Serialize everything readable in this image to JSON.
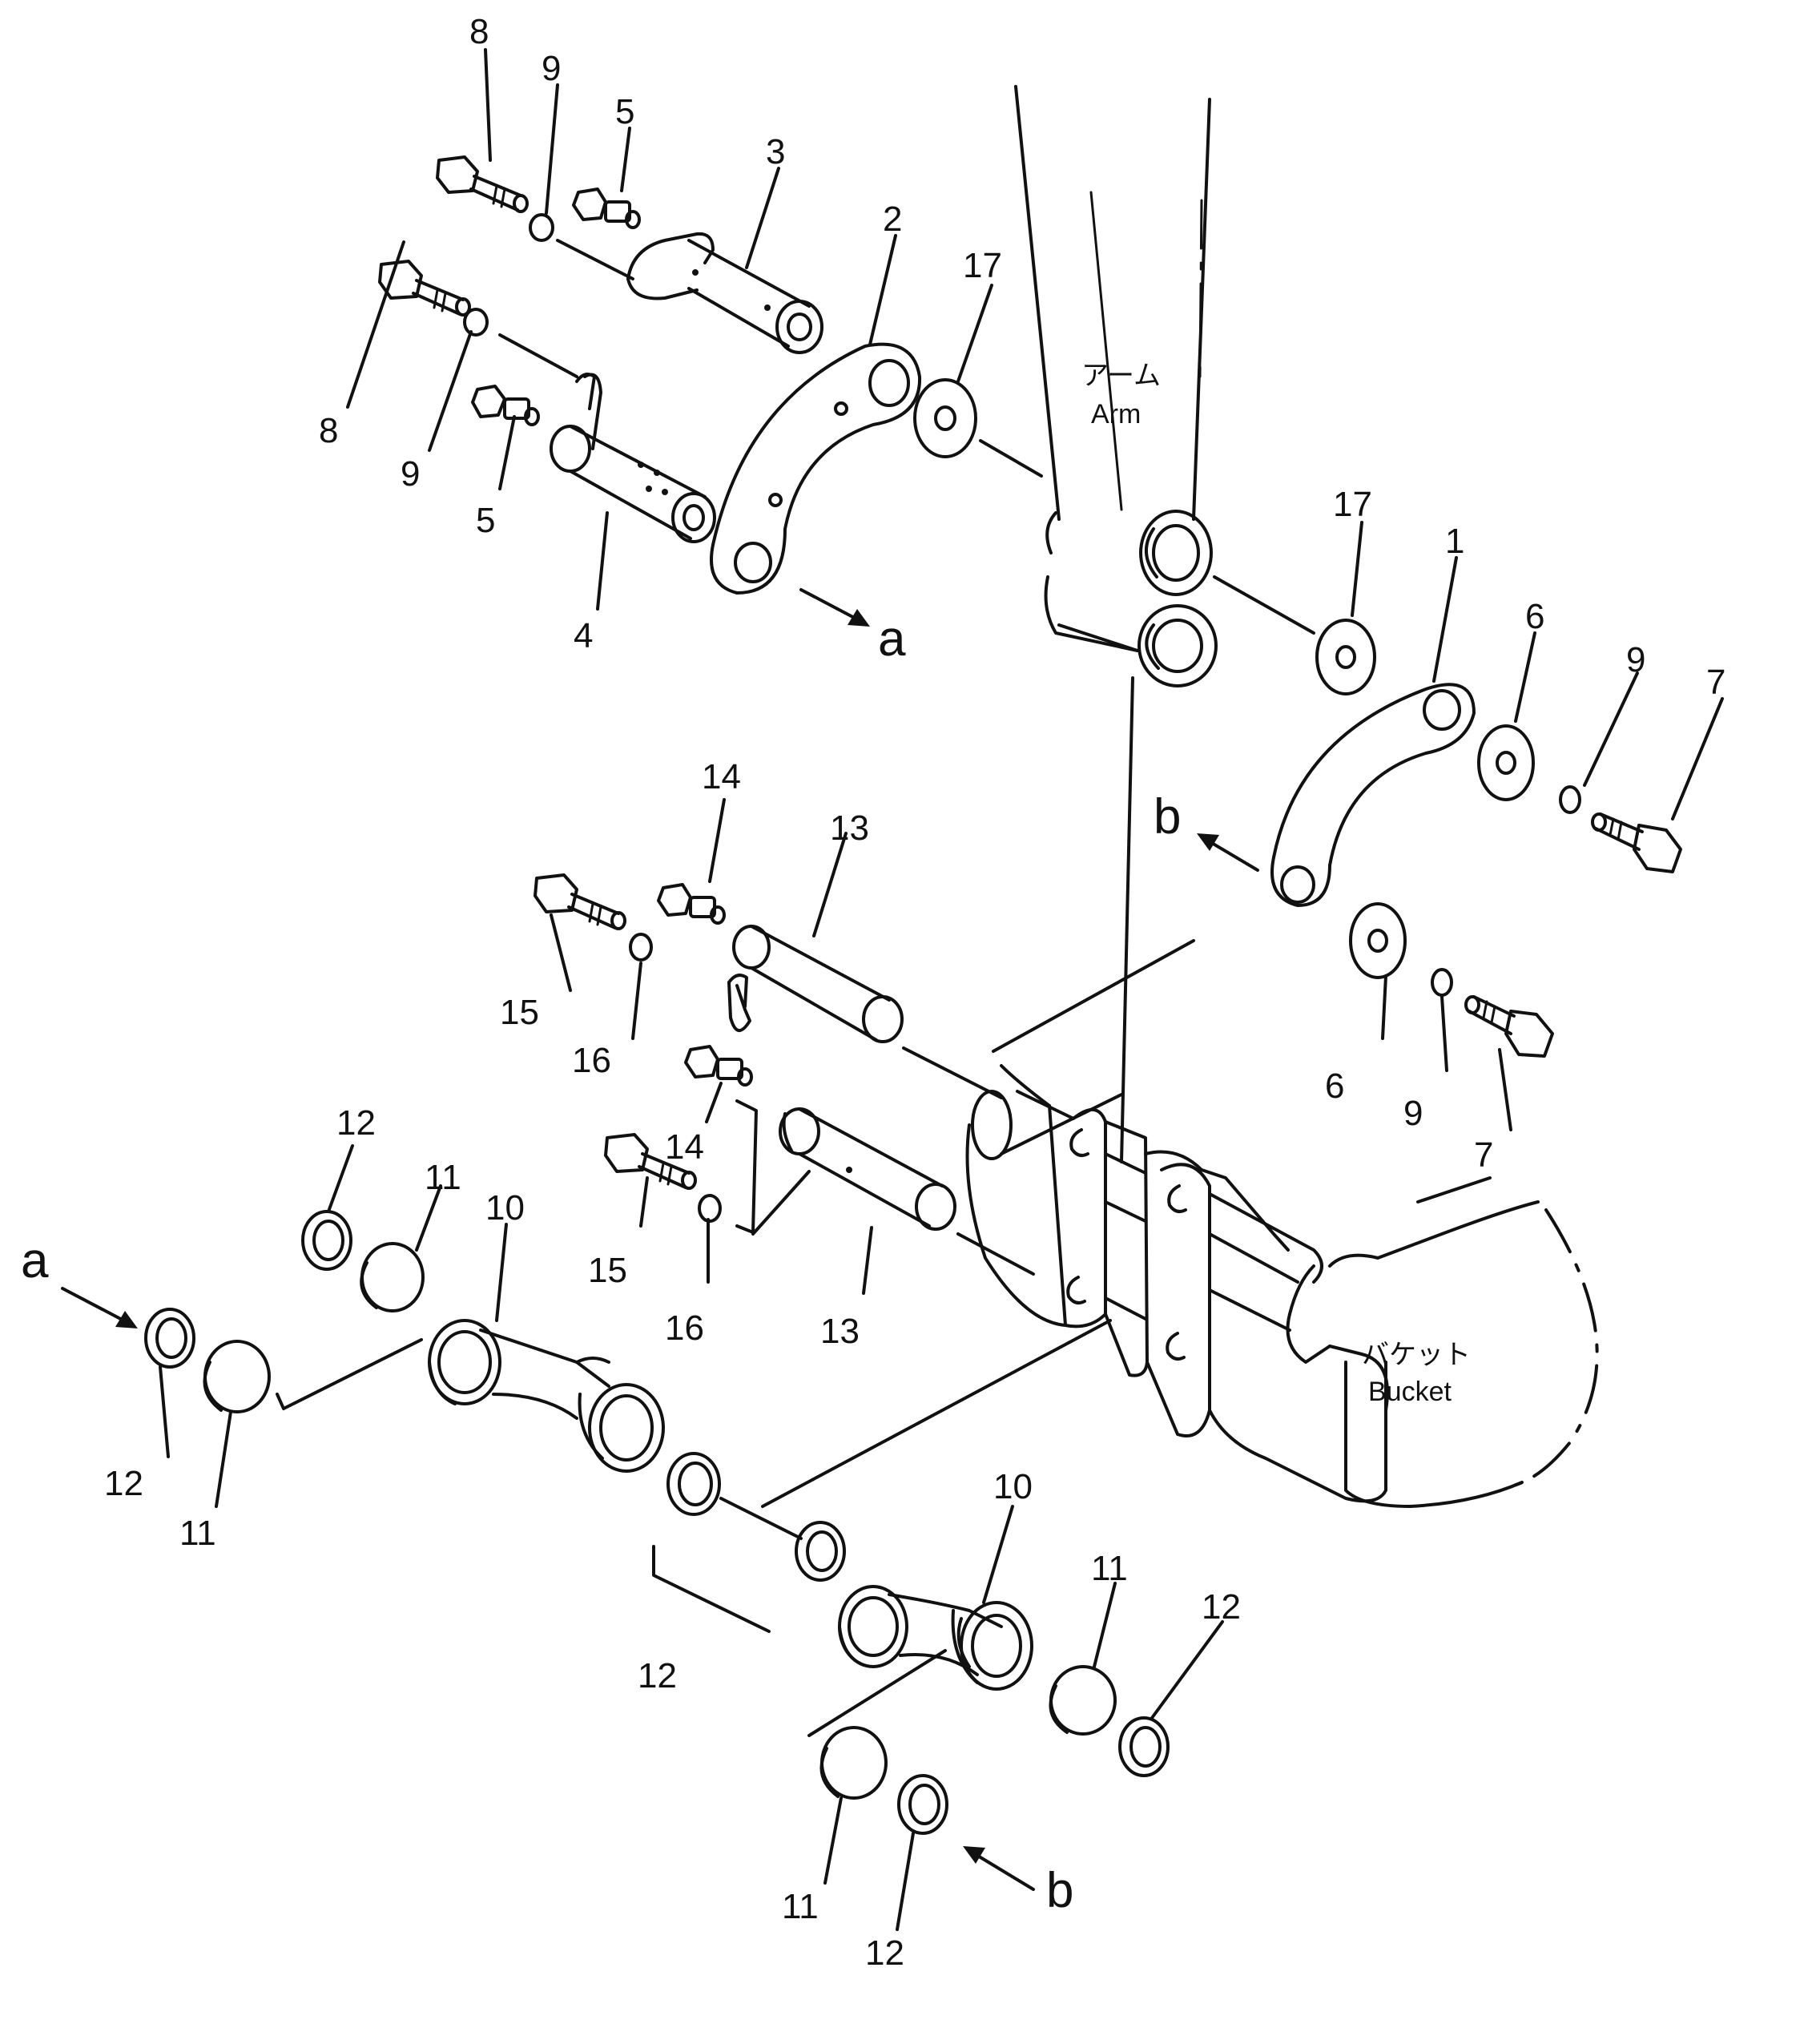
{
  "labels": {
    "arm_jp": "アーム",
    "arm_en": "Arm",
    "bucket_jp": "バケット",
    "bucket_en": "Bucket",
    "ref_a": "a",
    "ref_b": "b"
  },
  "callouts": {
    "c8_top": "8",
    "c9_top": "9",
    "c5_top": "5",
    "c3": "3",
    "c2": "2",
    "c17_top": "17",
    "c8_mid": "8",
    "c9_mid": "9",
    "c5_mid": "5",
    "c4": "4",
    "c17_right": "17",
    "c1": "1",
    "c6_top": "6",
    "c9_right_top": "9",
    "c7_top": "7",
    "c14_top": "14",
    "c13_top": "13",
    "c15_top": "15",
    "c16_top": "16",
    "c6_bottom": "6",
    "c9_right_bottom": "9",
    "c7_bottom": "7",
    "c14_bottom": "14",
    "c15_bottom": "15",
    "c16_bottom": "16",
    "c13_bottom": "13",
    "c12_upper": "12",
    "c11_upper": "11",
    "c10_left": "10",
    "c12_left": "12",
    "c11_left": "11",
    "c10_right": "10",
    "c12_middle": "12",
    "c11_right": "11",
    "c12_right": "12",
    "c11_bottom": "11",
    "c12_bottom": "12"
  }
}
